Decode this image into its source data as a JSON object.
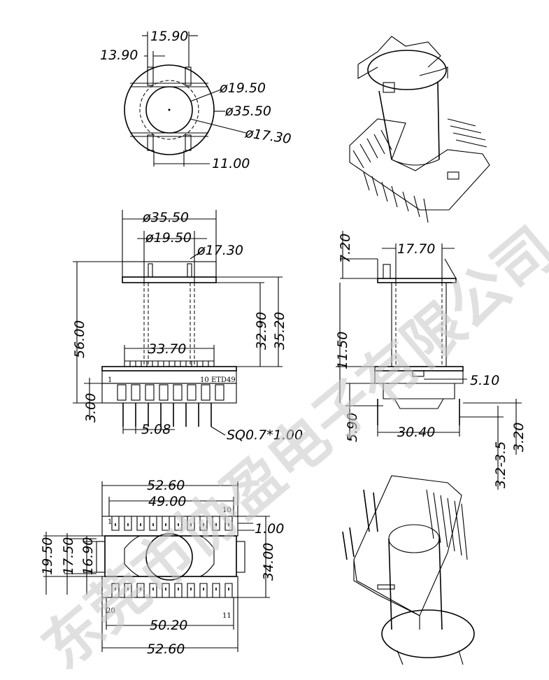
{
  "watermark": "东莞市协盈电子有限公司",
  "top_view": {
    "d_15_90": "15.90",
    "d_13_90": "13.90",
    "d_phi_19_50": "ø19.50",
    "d_phi_35_50": "ø35.50",
    "d_phi_17_30": "ø17.30",
    "d_11_00": "11.00"
  },
  "front_view": {
    "d_phi_35_50": "ø35.50",
    "d_phi_19_50": "ø19.50",
    "d_phi_17_30": "ø17.30",
    "d_56_00": "56.00",
    "d_32_90": "32.90",
    "d_35_20": "35.20",
    "d_33_70": "33.70",
    "d_3_00": "3.00",
    "d_5_08": "5.08",
    "pin_spec": "SQ0.7*1.00",
    "label_1": "1",
    "label_10": "10",
    "model": "ETD49"
  },
  "side_view": {
    "d_7_20": "7.20",
    "d_17_70": "17.70",
    "d_11_50": "11.50",
    "d_5_10": "5.10",
    "d_5_90": "5.90",
    "d_30_40": "30.40",
    "d_3_2_3_5": "3.2-3.5",
    "d_3_20": "3.20"
  },
  "bottom_view": {
    "d_52_60_top": "52.60",
    "d_49_00": "49.00",
    "d_1_00": "1.00",
    "d_34_00": "34.00",
    "d_19_50": "19.50",
    "d_17_50": "17.50",
    "d_16_90": "16.90",
    "d_50_20": "50.20",
    "d_52_60_bottom": "52.60",
    "pin_1": "1",
    "pin_10": "10",
    "pin_11": "11",
    "pin_20": "20"
  }
}
